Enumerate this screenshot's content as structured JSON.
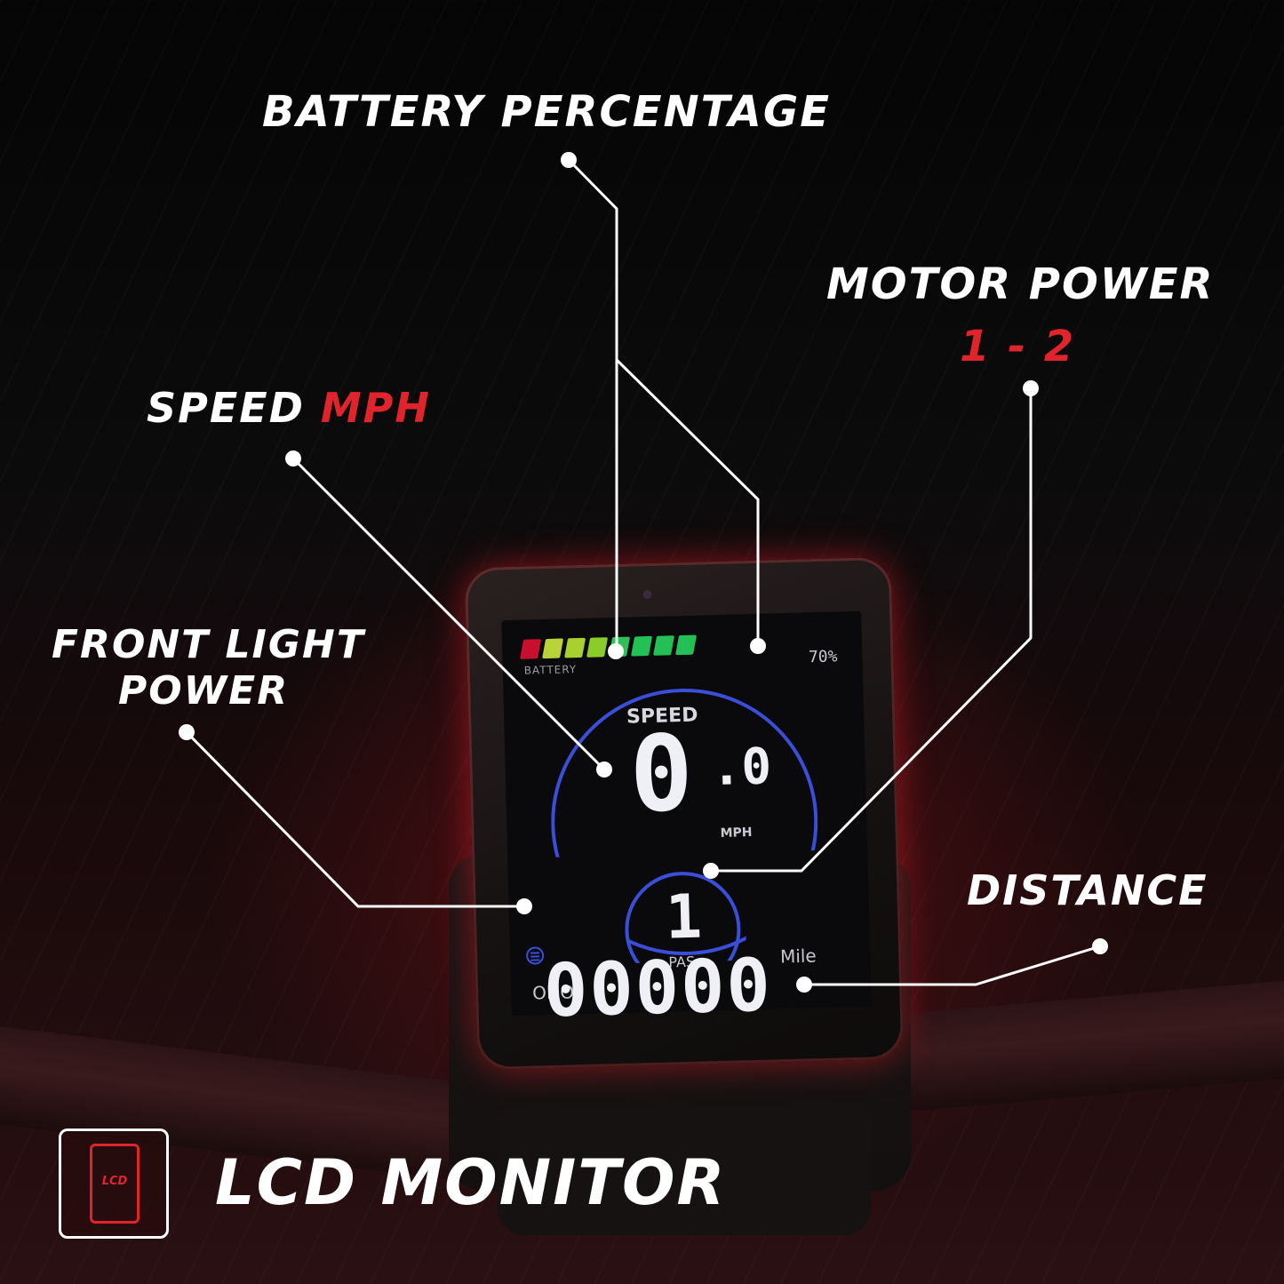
{
  "callouts": {
    "battery": "BATTERY PERCENTAGE",
    "motor_power_title": "MOTOR POWER",
    "motor_power_range": "1 - 2",
    "speed_prefix": "SPEED",
    "speed_unit": "MPH",
    "front_light_line1": "FRONT LIGHT",
    "front_light_line2": "POWER",
    "distance": "DISTANCE"
  },
  "footer": {
    "icon_text": "LCD",
    "title": "LCD MONITOR"
  },
  "display": {
    "battery_label": "BATTERY",
    "battery_percent": "70%",
    "battery_segments": [
      "#c8102e",
      "#b8d438",
      "#a8d02e",
      "#8acc2a",
      "#2ec05a",
      "#22c055",
      "#22c055",
      "#22c055"
    ],
    "speed_label": "SPEED",
    "speed_int": "0",
    "speed_dec": ".0",
    "speed_unit": "MPH",
    "pas_value": "1",
    "pas_label": "PAS",
    "odo_label": "ODO",
    "odo_value": "00000",
    "odo_unit": "Mile"
  },
  "colors": {
    "accent_red": "#e0242c",
    "ring_blue": "#3a4ed8"
  }
}
